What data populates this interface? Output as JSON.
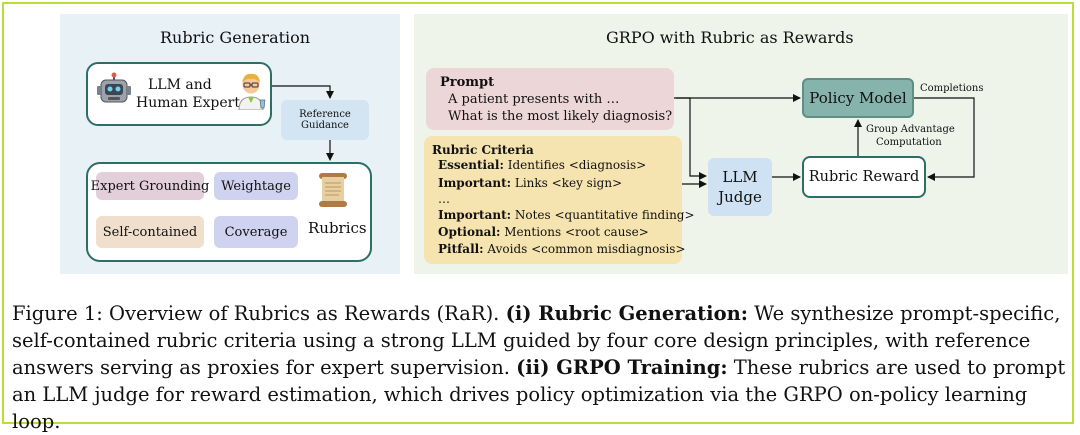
{
  "left_panel": {
    "title": "Rubric Generation",
    "source_box": {
      "line1": "LLM and",
      "line2": "Human Experts"
    },
    "guidance": {
      "line1": "Reference",
      "line2": "Guidance"
    },
    "principles": [
      "Expert Grounding",
      "Weightage",
      "Self-contained",
      "Coverage"
    ],
    "rubrics_label": "Rubrics"
  },
  "right_panel": {
    "title": "GRPO with Rubric as Rewards",
    "prompt": {
      "heading": "Prompt",
      "line1": "A patient presents with …",
      "line2": "What is the most likely diagnosis?"
    },
    "criteria": {
      "heading": "Rubric Criteria",
      "items": [
        {
          "level": "Essential:",
          "text": " Identifies <diagnosis>"
        },
        {
          "level": "Important:",
          "text": " Links <key sign>"
        },
        {
          "level": "…",
          "text": ""
        },
        {
          "level": "Important:",
          "text": " Notes  <quantitative finding>"
        },
        {
          "level": "Optional:",
          "text": " Mentions <root cause>"
        },
        {
          "level": "Pitfall:",
          "text": " Avoids <common misdiagnosis>"
        }
      ]
    },
    "judge": {
      "line1": "LLM",
      "line2": "Judge"
    },
    "policy_model": "Policy Model",
    "rubric_reward": "Rubric Reward",
    "completions": "Completions",
    "advantage": {
      "line1": "Group Advantage",
      "line2": "Computation"
    }
  },
  "caption": {
    "label": "Figure 1: Overview of Rubrics as Rewards (RaR). ",
    "part1_bold": "(i) Rubric Generation:",
    "part1_text": " We synthesize prompt-specific, self-contained rubric criteria using a strong LLM guided by four core design principles, with reference answers serving as proxies for expert supervision. ",
    "part2_bold": "(ii) GRPO Training:",
    "part2_text": " These rubrics are used to prompt an LLM judge for reward estimation, which drives policy optimization via the GRPO on-policy learning loop."
  },
  "colors": {
    "frame": "#b9dd3a",
    "teal_border": "#2d6e67",
    "policy_fill": "#86b3ab",
    "prompt_fill": "#edd6d8",
    "criteria_fill": "#f5e4b0",
    "guidance_fill": "#d3e5f2",
    "expert_fill": "#e3cfd9",
    "weight_fill": "#cfd3ef",
    "self_fill": "#f0dfcc",
    "coverage_fill": "#cfd3ef",
    "judge_fill": "#cfe2f3"
  },
  "icons": [
    "robot-icon",
    "scientist-icon",
    "scroll-icon"
  ]
}
